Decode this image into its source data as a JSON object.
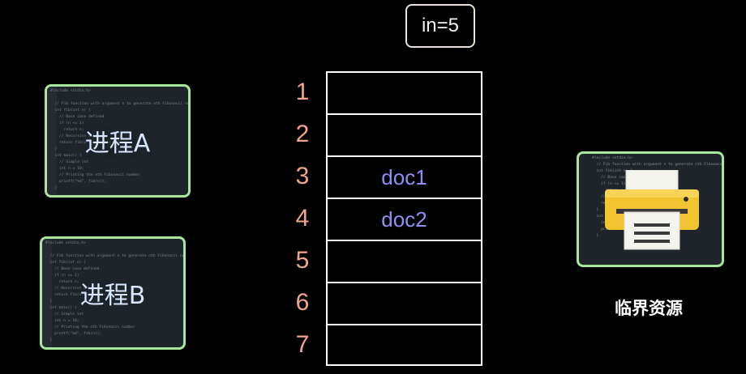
{
  "counter": {
    "text": "in=5"
  },
  "processes": [
    {
      "label": "进程A"
    },
    {
      "label": "进程B"
    }
  ],
  "buffer": {
    "indices": [
      "1",
      "2",
      "3",
      "4",
      "5",
      "6",
      "7"
    ],
    "slots": [
      "",
      "",
      "doc1",
      "doc2",
      "",
      "",
      ""
    ]
  },
  "resource": {
    "label": "临界资源",
    "icon": "printer-icon"
  },
  "colors": {
    "background": "#000000",
    "card_border": "#a7e79b",
    "index_color": "#f2a58e",
    "doc_color": "#8f8ff2",
    "printer_body": "#f3c431"
  }
}
